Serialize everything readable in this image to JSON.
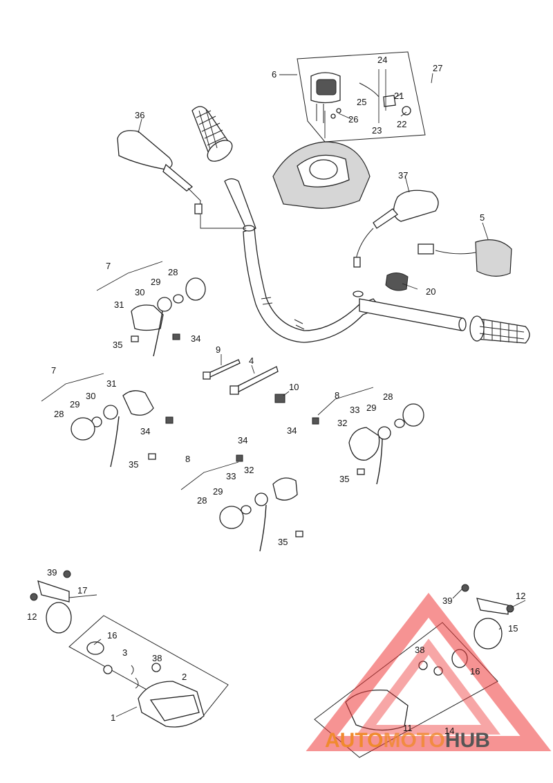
{
  "callouts": [
    "1",
    "2",
    "3",
    "4",
    "5",
    "6",
    "7",
    "7",
    "8",
    "8",
    "9",
    "10",
    "11",
    "12",
    "12",
    "14",
    "15",
    "16",
    "16",
    "17",
    "20",
    "21",
    "22",
    "23",
    "24",
    "25",
    "26",
    "27",
    "28",
    "28",
    "28",
    "28",
    "29",
    "29",
    "29",
    "29",
    "30",
    "30",
    "31",
    "31",
    "32",
    "32",
    "33",
    "33",
    "34",
    "34",
    "34",
    "34",
    "35",
    "35",
    "35",
    "35",
    "36",
    "37",
    "38",
    "38",
    "39",
    "39"
  ],
  "watermark": {
    "part1": "AUTO",
    "part2": "MOTO",
    "part3": "HUB",
    "color_accent": "#f08a2e",
    "color_dark": "#555555",
    "triangle_color": "#ee3a3a"
  }
}
